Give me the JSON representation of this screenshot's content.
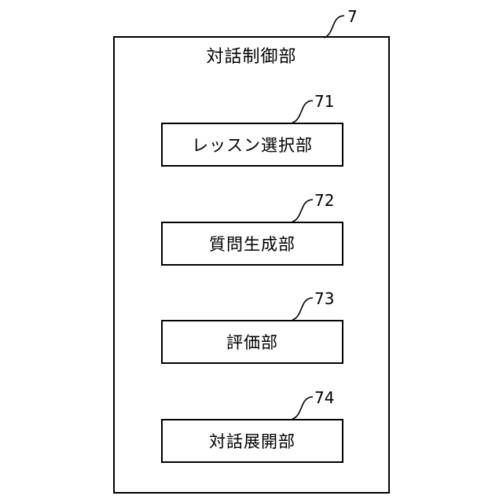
{
  "diagram": {
    "outer": {
      "ref": "7",
      "title": "対話制御部"
    },
    "units": [
      {
        "ref": "71",
        "label": "レッスン選択部"
      },
      {
        "ref": "72",
        "label": "質問生成部"
      },
      {
        "ref": "73",
        "label": "評価部"
      },
      {
        "ref": "74",
        "label": "対話展開部"
      }
    ]
  }
}
